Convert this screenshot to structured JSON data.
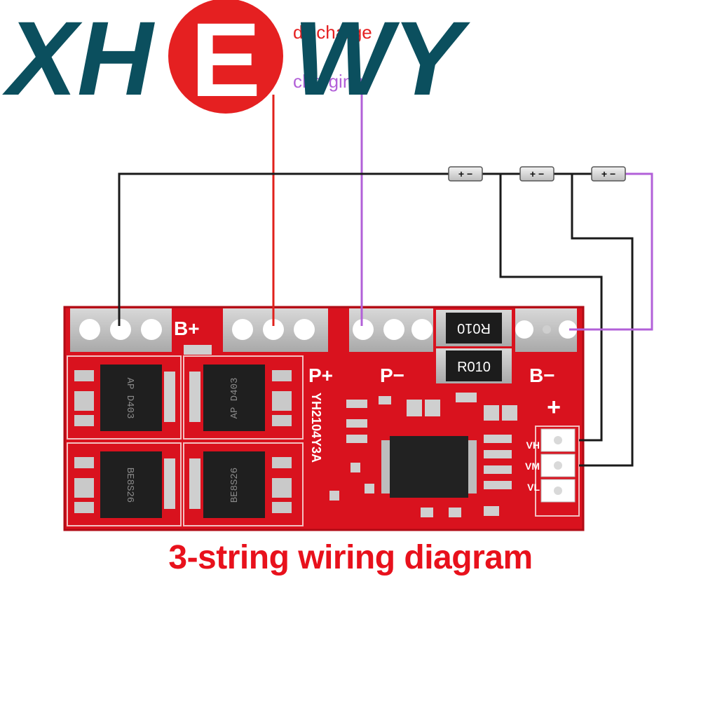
{
  "logo": {
    "text_left": "XH",
    "text_mid": "E",
    "text_right": "WY",
    "color_main": "#0b4f5e",
    "color_circle": "#e52021",
    "overlay_line1": "discharge",
    "overlay_line2": "charging"
  },
  "board": {
    "color": "#d9121e",
    "pad_labels": {
      "b_plus": "B+",
      "p_plus": "P+",
      "p_minus": "P−",
      "b_minus": "B−"
    },
    "resistor_marking": "R010",
    "mosfet_marking_1": "AP D403",
    "mosfet_marking_2": "BE8S26",
    "balance_plus": "+",
    "balance_labels": [
      "VH",
      "VM",
      "VL"
    ],
    "side_text": "YH2104Y3A"
  },
  "wires": {
    "discharge_color": "#e0201b",
    "charging_color": "#b260d8",
    "cell_wire_color": "#1a1a1a"
  },
  "cells": [
    "+ −",
    "+ −",
    "+ −"
  ],
  "caption": "3-string wiring diagram"
}
